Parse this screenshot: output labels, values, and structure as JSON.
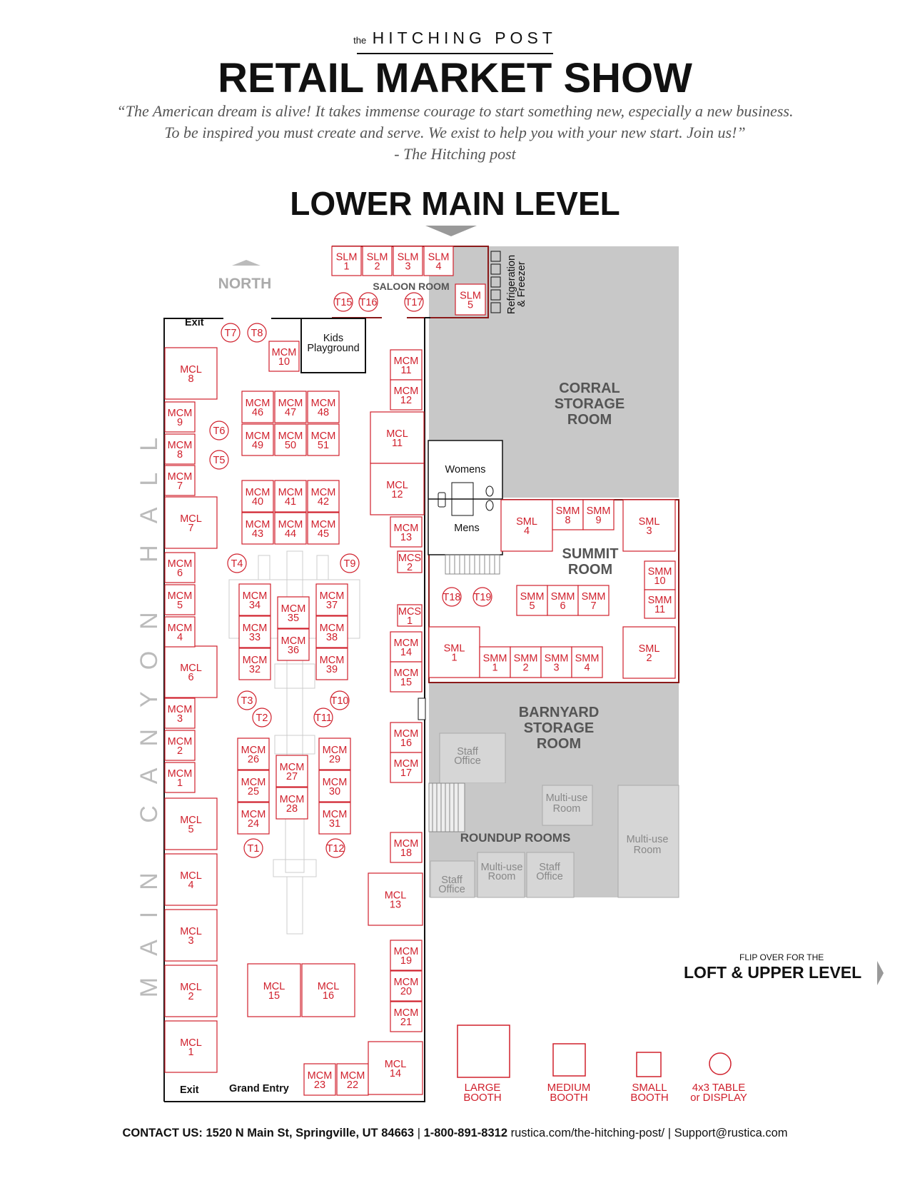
{
  "header": {
    "brand_prefix": "the",
    "brand_name": "HITCHING POST",
    "title": "RETAIL MARKET SHOW",
    "quote_line1": "“The American dream is alive! It takes immense courage to start something new, especially a new business.",
    "quote_line2": "To be inspired you must create and serve. We exist  to help you with your new start. Join us!”",
    "quote_attribution": "- The Hitching post",
    "level_title": "LOWER MAIN LEVEL"
  },
  "map": {
    "north": "NORTH",
    "hall": "MAIN CANYON HALL",
    "exit_top": "Exit",
    "exit_bottom": "Exit",
    "grand_entry": "Grand Entry",
    "kids_1": "Kids",
    "kids_2": "Playground",
    "saloon_room": "SALOON ROOM",
    "refrigeration_1": "Refrigeration",
    "refrigeration_2": "& Freezer",
    "womens": "Womens",
    "mens": "Mens",
    "corral": [
      "CORRAL",
      "STORAGE",
      "ROOM"
    ],
    "summit": [
      "SUMMIT",
      "ROOM"
    ],
    "barnyard": [
      "BARNYARD",
      "STORAGE",
      "ROOM"
    ],
    "roundup": "ROUNDUP ROOMS",
    "staff_1": [
      "Staff",
      "Office"
    ],
    "staff_2": [
      "Staff",
      "Office"
    ],
    "staff_3": [
      "Staff",
      "Office"
    ],
    "multi_1": [
      "Multi-use",
      "Room"
    ],
    "multi_2": [
      "Multi-use",
      "Room"
    ],
    "multi_3": [
      "Multi-use",
      "Room"
    ]
  },
  "booths": [
    {
      "id": "slm1",
      "l1": "SLM",
      "l2": "1"
    },
    {
      "id": "slm2",
      "l1": "SLM",
      "l2": "2"
    },
    {
      "id": "slm3",
      "l1": "SLM",
      "l2": "3"
    },
    {
      "id": "slm4",
      "l1": "SLM",
      "l2": "4"
    },
    {
      "id": "slm5",
      "l1": "SLM",
      "l2": "5"
    },
    {
      "id": "mcl8",
      "l1": "MCL",
      "l2": "8"
    },
    {
      "id": "mcl7",
      "l1": "MCL",
      "l2": "7"
    },
    {
      "id": "mcl6",
      "l1": "MCL",
      "l2": "6"
    },
    {
      "id": "mcl5",
      "l1": "MCL",
      "l2": "5"
    },
    {
      "id": "mcl4",
      "l1": "MCL",
      "l2": "4"
    },
    {
      "id": "mcl3",
      "l1": "MCL",
      "l2": "3"
    },
    {
      "id": "mcl2",
      "l1": "MCL",
      "l2": "2"
    },
    {
      "id": "mcl1",
      "l1": "MCL",
      "l2": "1"
    },
    {
      "id": "mcm9",
      "l1": "MCM",
      "l2": "9"
    },
    {
      "id": "mcm8",
      "l1": "MCM",
      "l2": "8"
    },
    {
      "id": "mcm7",
      "l1": "MCM",
      "l2": "7"
    },
    {
      "id": "mcm6",
      "l1": "MCM",
      "l2": "6"
    },
    {
      "id": "mcm5",
      "l1": "MCM",
      "l2": "5"
    },
    {
      "id": "mcm4",
      "l1": "MCM",
      "l2": "4"
    },
    {
      "id": "mcm3",
      "l1": "MCM",
      "l2": "3"
    },
    {
      "id": "mcm2",
      "l1": "MCM",
      "l2": "2"
    },
    {
      "id": "mcm1",
      "l1": "MCM",
      "l2": "1"
    },
    {
      "id": "mcm10",
      "l1": "MCM",
      "l2": "10"
    },
    {
      "id": "mcm46",
      "l1": "MCM",
      "l2": "46"
    },
    {
      "id": "mcm47",
      "l1": "MCM",
      "l2": "47"
    },
    {
      "id": "mcm48",
      "l1": "MCM",
      "l2": "48"
    },
    {
      "id": "mcm49",
      "l1": "MCM",
      "l2": "49"
    },
    {
      "id": "mcm50",
      "l1": "MCM",
      "l2": "50"
    },
    {
      "id": "mcm51",
      "l1": "MCM",
      "l2": "51"
    },
    {
      "id": "mcm40",
      "l1": "MCM",
      "l2": "40"
    },
    {
      "id": "mcm41",
      "l1": "MCM",
      "l2": "41"
    },
    {
      "id": "mcm42",
      "l1": "MCM",
      "l2": "42"
    },
    {
      "id": "mcm43",
      "l1": "MCM",
      "l2": "43"
    },
    {
      "id": "mcm44",
      "l1": "MCM",
      "l2": "44"
    },
    {
      "id": "mcm45",
      "l1": "MCM",
      "l2": "45"
    },
    {
      "id": "mcm34",
      "l1": "MCM",
      "l2": "34"
    },
    {
      "id": "mcm33",
      "l1": "MCM",
      "l2": "33"
    },
    {
      "id": "mcm32",
      "l1": "MCM",
      "l2": "32"
    },
    {
      "id": "mcm35",
      "l1": "MCM",
      "l2": "35"
    },
    {
      "id": "mcm36",
      "l1": "MCM",
      "l2": "36"
    },
    {
      "id": "mcm37",
      "l1": "MCM",
      "l2": "37"
    },
    {
      "id": "mcm38",
      "l1": "MCM",
      "l2": "38"
    },
    {
      "id": "mcm39",
      "l1": "MCM",
      "l2": "39"
    },
    {
      "id": "mcm26",
      "l1": "MCM",
      "l2": "26"
    },
    {
      "id": "mcm25",
      "l1": "MCM",
      "l2": "25"
    },
    {
      "id": "mcm24",
      "l1": "MCM",
      "l2": "24"
    },
    {
      "id": "mcm27",
      "l1": "MCM",
      "l2": "27"
    },
    {
      "id": "mcm28",
      "l1": "MCM",
      "l2": "28"
    },
    {
      "id": "mcm29",
      "l1": "MCM",
      "l2": "29"
    },
    {
      "id": "mcm30",
      "l1": "MCM",
      "l2": "30"
    },
    {
      "id": "mcm31",
      "l1": "MCM",
      "l2": "31"
    },
    {
      "id": "mcl15",
      "l1": "MCL",
      "l2": "15"
    },
    {
      "id": "mcl16",
      "l1": "MCL",
      "l2": "16"
    },
    {
      "id": "mcm23",
      "l1": "MCM",
      "l2": "23"
    },
    {
      "id": "mcm22",
      "l1": "MCM",
      "l2": "22"
    },
    {
      "id": "mcm11",
      "l1": "MCM",
      "l2": "11"
    },
    {
      "id": "mcm12",
      "l1": "MCM",
      "l2": "12"
    },
    {
      "id": "mcl11",
      "l1": "MCL",
      "l2": "11"
    },
    {
      "id": "mcl12",
      "l1": "MCL",
      "l2": "12"
    },
    {
      "id": "mcm13",
      "l1": "MCM",
      "l2": "13"
    },
    {
      "id": "mcs2",
      "l1": "MCS",
      "l2": "2"
    },
    {
      "id": "mcs1",
      "l1": "MCS",
      "l2": "1"
    },
    {
      "id": "mcm14",
      "l1": "MCM",
      "l2": "14"
    },
    {
      "id": "mcm15",
      "l1": "MCM",
      "l2": "15"
    },
    {
      "id": "mcm16",
      "l1": "MCM",
      "l2": "16"
    },
    {
      "id": "mcm17",
      "l1": "MCM",
      "l2": "17"
    },
    {
      "id": "mcm18",
      "l1": "MCM",
      "l2": "18"
    },
    {
      "id": "mcl13",
      "l1": "MCL",
      "l2": "13"
    },
    {
      "id": "mcm19",
      "l1": "MCM",
      "l2": "19"
    },
    {
      "id": "mcm20",
      "l1": "MCM",
      "l2": "20"
    },
    {
      "id": "mcm21",
      "l1": "MCM",
      "l2": "21"
    },
    {
      "id": "mcl14",
      "l1": "MCL",
      "l2": "14"
    },
    {
      "id": "sml4",
      "l1": "SML",
      "l2": "4"
    },
    {
      "id": "smm8",
      "l1": "SMM",
      "l2": "8"
    },
    {
      "id": "smm9",
      "l1": "SMM",
      "l2": "9"
    },
    {
      "id": "sml3",
      "l1": "SML",
      "l2": "3"
    },
    {
      "id": "smm10",
      "l1": "SMM",
      "l2": "10"
    },
    {
      "id": "smm11",
      "l1": "SMM",
      "l2": "11"
    },
    {
      "id": "smm5",
      "l1": "SMM",
      "l2": "5"
    },
    {
      "id": "smm6",
      "l1": "SMM",
      "l2": "6"
    },
    {
      "id": "smm7",
      "l1": "SMM",
      "l2": "7"
    },
    {
      "id": "sml1",
      "l1": "SML",
      "l2": "1"
    },
    {
      "id": "smm1",
      "l1": "SMM",
      "l2": "1"
    },
    {
      "id": "smm2",
      "l1": "SMM",
      "l2": "2"
    },
    {
      "id": "smm3",
      "l1": "SMM",
      "l2": "3"
    },
    {
      "id": "smm4",
      "l1": "SMM",
      "l2": "4"
    },
    {
      "id": "sml2",
      "l1": "SML",
      "l2": "2"
    }
  ],
  "tables": [
    "T1",
    "T2",
    "T3",
    "T4",
    "T5",
    "T6",
    "T7",
    "T8",
    "T9",
    "T10",
    "T11",
    "T12",
    "T15",
    "T16",
    "T17",
    "T18",
    "T19"
  ],
  "legend": {
    "large": [
      "LARGE",
      "BOOTH"
    ],
    "medium": [
      "MEDIUM",
      "BOOTH"
    ],
    "small": [
      "SMALL",
      "BOOTH"
    ],
    "table": [
      "4x3 TABLE",
      "or DISPLAY"
    ]
  },
  "flip": {
    "small": "FLIP OVER FOR THE",
    "big": "LOFT & UPPER LEVEL"
  },
  "contact": {
    "label": "CONTACT US: 1520 N Main St, Springville, UT 84663",
    "phone": "1-800-891-8312",
    "site": "rustica.com/the-hitching-post/",
    "email": "Support@rustica.com",
    "sep": "|"
  },
  "colors": {
    "booth_red": "#d0202c",
    "room_grey": "#c8c8c8",
    "text_grey": "#555555"
  }
}
